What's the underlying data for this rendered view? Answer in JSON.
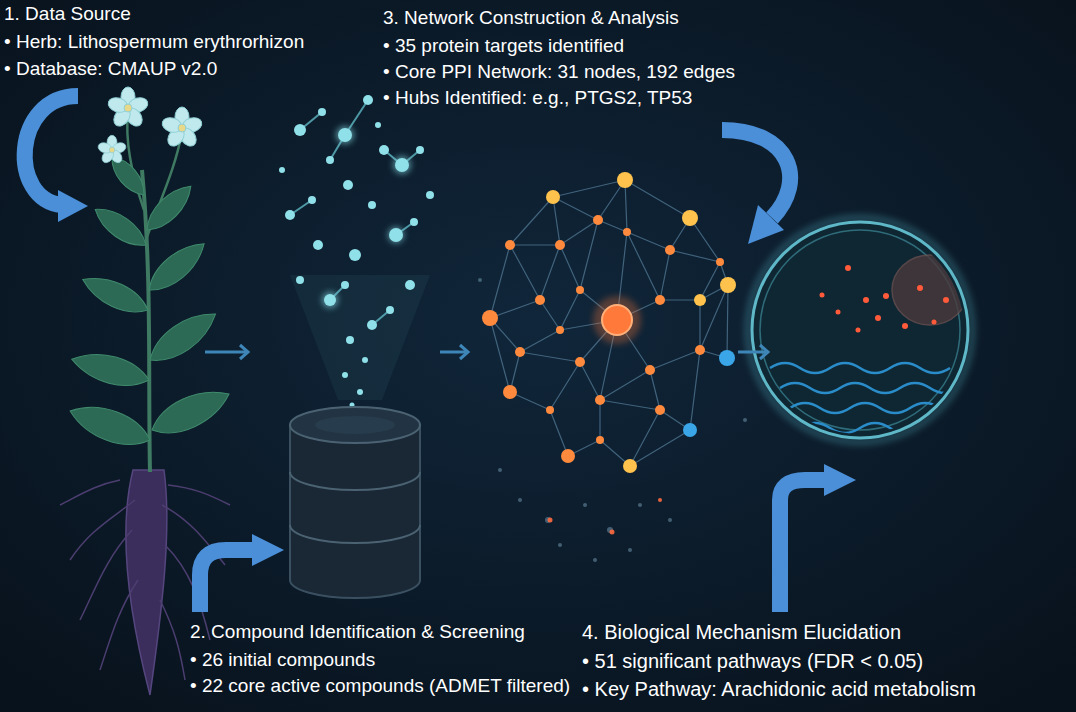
{
  "diagram": {
    "labels": [
      "1. Data Source",
      "• Herb: Lithospermum erythrorhizon",
      "• Database: CMAUP v2.0",
      "3. Network Construction & Analysis",
      "• 35 protein targets identified",
      "• Core PPI Network: 31 nodes, 192 edges",
      "• Hubs Identified: e.g., PTGS2, TP53",
      "2. Compound Identification & Screening",
      "• 26 initial compounds",
      "• 22 core active compounds (ADMET filtered)",
      "4. Biological Mechanism Elucidation",
      "• 51 significant pathways (FDR < 0.05)",
      "• Key Pathway: Arachidonic acid metabolism"
    ]
  }
}
